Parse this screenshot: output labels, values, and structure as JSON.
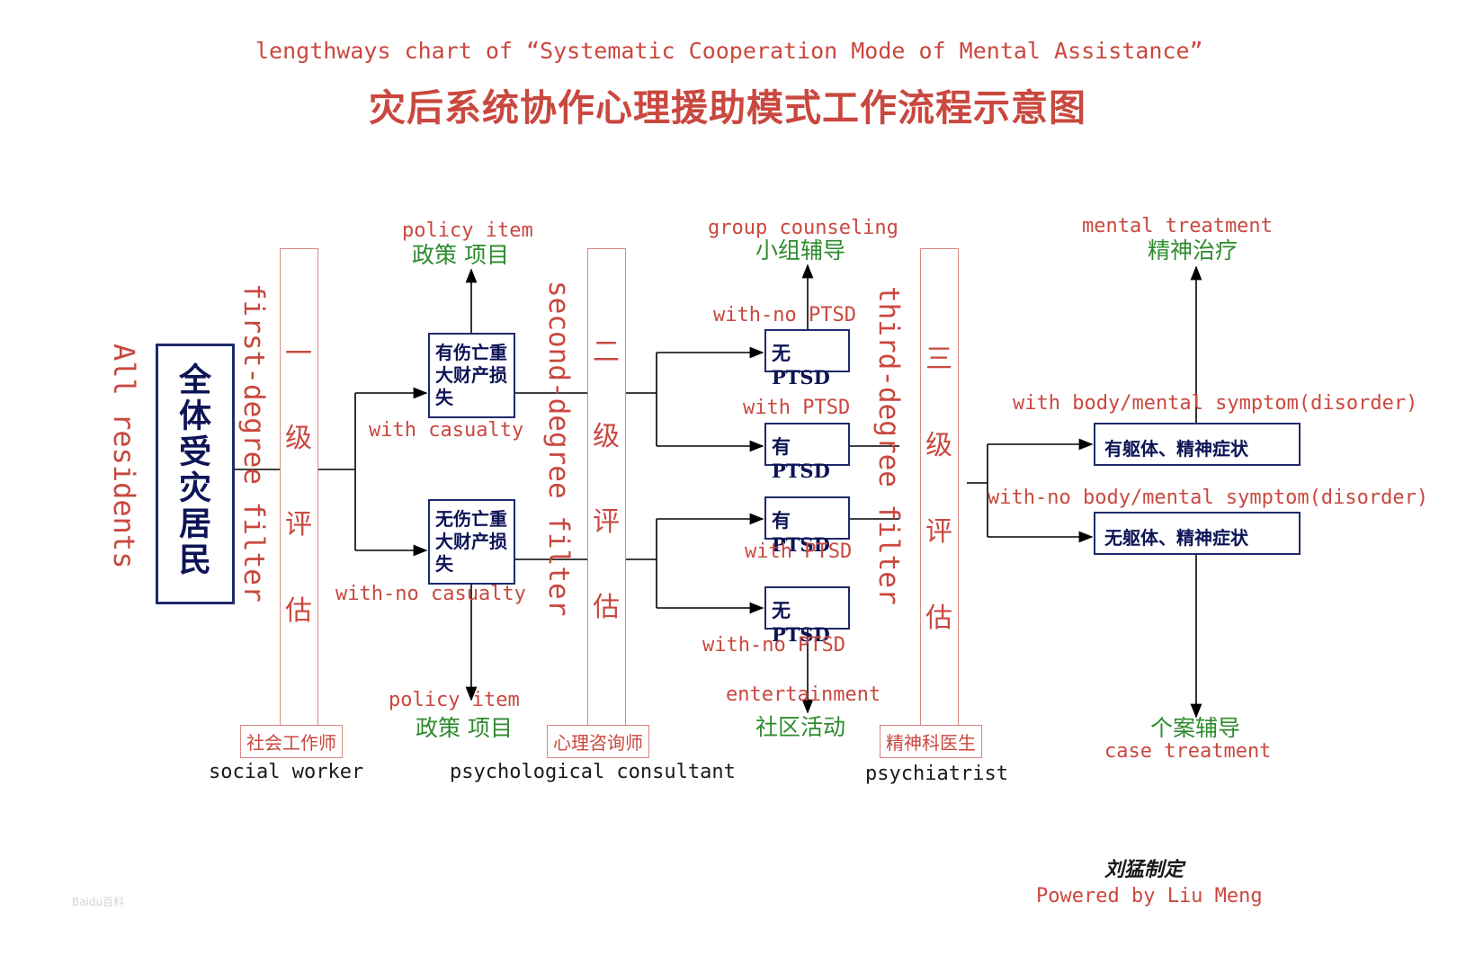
{
  "title_en": "lengthways chart of “Systematic Cooperation Mode of Mental Assistance”",
  "title_zh": "灾后系统协作心理援助模式工作流程示意图",
  "start": {
    "label_zh": "全体受灾居民",
    "label_en": "All residents"
  },
  "filters": [
    {
      "label_en": "first-degree filter",
      "pillar_zh": [
        "一",
        "级",
        "评",
        "估"
      ],
      "role_zh": "社会工作师",
      "role_en": "social worker"
    },
    {
      "label_en": "second-degree filter",
      "pillar_zh": [
        "二",
        "级",
        "评",
        "估"
      ],
      "role_zh": "心理咨询师",
      "role_en": "psychological consultant"
    },
    {
      "label_en": "third-degree filter",
      "pillar_zh": [
        "三",
        "级",
        "评",
        "估"
      ],
      "role_zh": "精神科医生",
      "role_en": "psychiatrist"
    }
  ],
  "stage1": {
    "casualty_box": "有伤亡重大财产损失",
    "casualty_label": "with casualty",
    "no_casualty_box": "无伤亡重大财产损失",
    "no_casualty_label": "with-no casualty",
    "top_policy_en": "policy item",
    "top_policy_zh": "政策  项目",
    "bottom_policy_en": "policy item",
    "bottom_policy_zh": "政策  项目"
  },
  "stage2": {
    "box1": "无PTSD",
    "box1_label": "with-no PTSD",
    "box2": "有PTSD",
    "box2_label": "with PTSD",
    "box3": "有PTSD",
    "box3_label": "with PTSD",
    "box4": "无PTSD",
    "box4_label": "with-no PTSD",
    "group_en": "group counseling",
    "group_zh": "小组辅导",
    "ent_en": "entertainment",
    "ent_zh": "社区活动"
  },
  "stage3": {
    "box1": "有躯体、精神症状",
    "box1_label": "with body/mental symptom(disorder)",
    "box2": "无躯体、精神症状",
    "box2_label": "with-no body/mental symptom(disorder)",
    "mental_en": "mental treatment",
    "mental_zh": "精神治疗",
    "case_zh": "个案辅导",
    "case_en": "case treatment"
  },
  "credit": {
    "zh": "刘猛制定",
    "en": "Powered by Liu Meng"
  },
  "watermark": "Baidu百科",
  "colors": {
    "red": "#c9483f",
    "green": "#2e8b2e",
    "navy": "#1e2a6b",
    "pink_border": "#d8877f"
  }
}
